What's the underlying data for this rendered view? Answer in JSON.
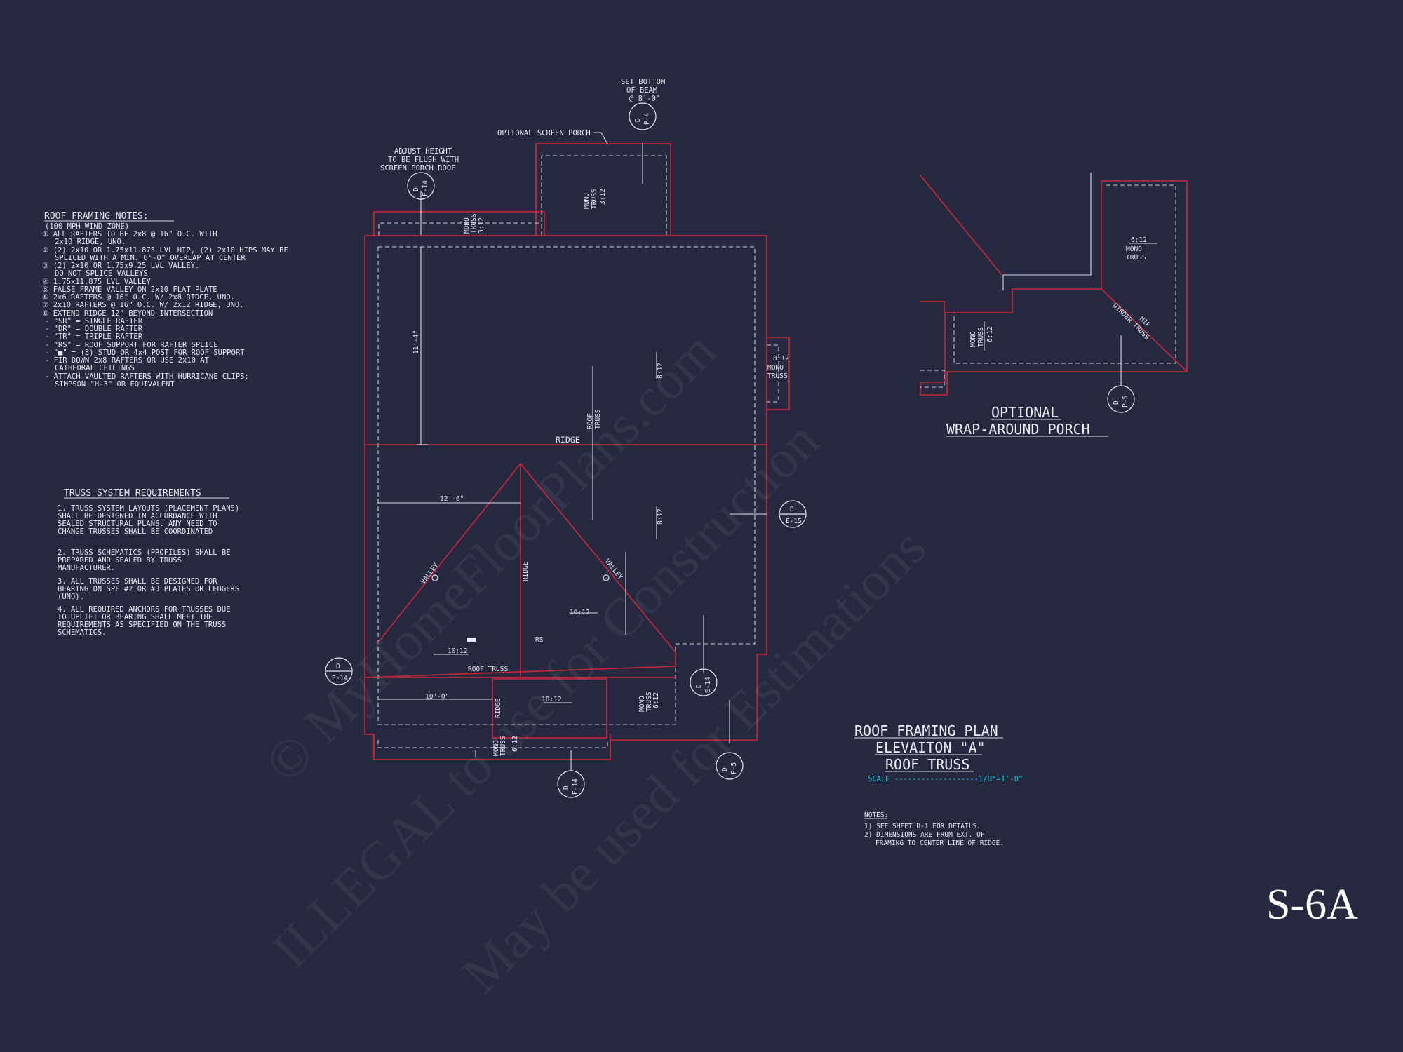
{
  "sheet_number": "S-6A",
  "notes_title": "ROOF FRAMING NOTES:",
  "notes": [
    "(100 MPH WIND ZONE)",
    "① ALL RAFTERS TO BE 2x8 @ 16\" O.C. WITH",
    "2x10 RIDGE, UNO.",
    "② (2) 2x10 OR 1.75x11.875 LVL HIP, (2) 2x10 HIPS MAY BE",
    "SPLICED WITH A MIN. 6'-0\" OVERLAP AT CENTER",
    "③ (2) 2x10 OR 1.75x9.25 LVL VALLEY.",
    "DO NOT SPLICE VALLEYS",
    "④ 1.75x11.875 LVL VALLEY",
    "⑤ FALSE FRAME VALLEY ON 2x10 FLAT PLATE",
    "⑥ 2x6 RAFTERS @ 16\" O.C. W/ 2x8 RIDGE, UNO.",
    "⑦ 2x10 RAFTERS @ 16\" O.C. W/ 2x12 RIDGE, UNO.",
    "⑧ EXTEND RIDGE 12\" BEYOND INTERSECTION",
    "- \"SR\" = SINGLE RAFTER",
    "- \"DR\" = DOUBLE RAFTER",
    "- \"TR\" = TRIPLE RAFTER",
    "- \"RS\" = ROOF SUPPORT FOR RAFTER SPLICE",
    "- \"■\" = (3) STUD OR 4x4 POST FOR ROOF SUPPORT",
    "- FIR DOWN 2x8 RAFTERS OR USE 2x10 AT",
    "CATHEDRAL CEILINGS",
    "- ATTACH VAULTED RAFTERS WITH HURRICANE CLIPS:",
    "SIMPSON \"H-3\" OR EQUIVALENT"
  ],
  "truss_title": "TRUSS SYSTEM REQUIREMENTS",
  "truss_notes": [
    "1. TRUSS SYSTEM LAYOUTS (PLACEMENT PLANS)",
    "SHALL BE DESIGNED IN ACCORDANCE WITH",
    "SEALED STRUCTURAL PLANS. ANY NEED TO",
    "CHANGE TRUSSES SHALL BE COORDINATED",
    "2. TRUSS SCHEMATICS (PROFILES) SHALL BE",
    "PREPARED AND SEALED BY TRUSS",
    "MANUFACTURER.",
    "3. ALL TRUSSES SHALL BE DESIGNED FOR",
    "BEARING ON SPF #2 OR #3 PLATES OR LEDGERS",
    "(UNO).",
    "4. ALL REQUIRED ANCHORS FOR TRUSSES DUE",
    "TO UPLIFT OR BEARING SHALL MEET THE",
    "REQUIREMENTS AS SPECIFIED ON THE TRUSS",
    "SCHEMATICS."
  ],
  "callouts": {
    "set_bottom": [
      "SET BOTTOM",
      "OF BEAM",
      "@ 8'-0\""
    ],
    "optional_screen_porch": "OPTIONAL SCREEN PORCH",
    "adjust_height": [
      "ADJUST HEIGHT",
      "TO BE FLUSH WITH",
      "SCREEN PORCH ROOF"
    ]
  },
  "plan_labels": {
    "mono_truss": [
      "MONO",
      "TRUSS"
    ],
    "pitch_312": "3:12",
    "pitch_812": "8:12",
    "pitch_1012": "10:12",
    "pitch_612": "6:12",
    "ridge": "RIDGE",
    "roof_truss": "ROOF TRUSS",
    "roof_truss_v": [
      "ROOF",
      "TRUSS"
    ],
    "valley": "VALLEY",
    "rs": "RS",
    "hip": "HIP",
    "girder_truss": "GIRDER TRUSS",
    "dim_11_4": "11'-4\"",
    "dim_12_6": "12'-6\"",
    "dim_10_0": "10'-0\""
  },
  "bubbles": {
    "d": "D",
    "p4": "P-4",
    "e14": "E-14",
    "e15": "E-15",
    "p5": "P-5"
  },
  "porch_title": [
    "OPTIONAL",
    "WRAP-AROUND PORCH"
  ],
  "plan_title": [
    "ROOF FRAMING PLAN",
    "ELEVAITON \"A\"",
    "ROOF TRUSS"
  ],
  "scale_label": "SCALE -------------------1/8\"=1'-0\"",
  "footer_notes_title": "NOTES:",
  "footer_notes": [
    "1) SEE SHEET D-1 FOR DETAILS.",
    "2) DIMENSIONS ARE FROM EXT. OF",
    "FRAMING TO CENTER LINE OF RIDGE."
  ],
  "watermark": [
    "© MyHomeFloorPlans.com",
    "ILLEGAL to use for Construction",
    "May be used for Estimations"
  ],
  "colors": {
    "background": "#262940",
    "roof_line": "#c8293a",
    "scale_text": "#27c6dd"
  }
}
